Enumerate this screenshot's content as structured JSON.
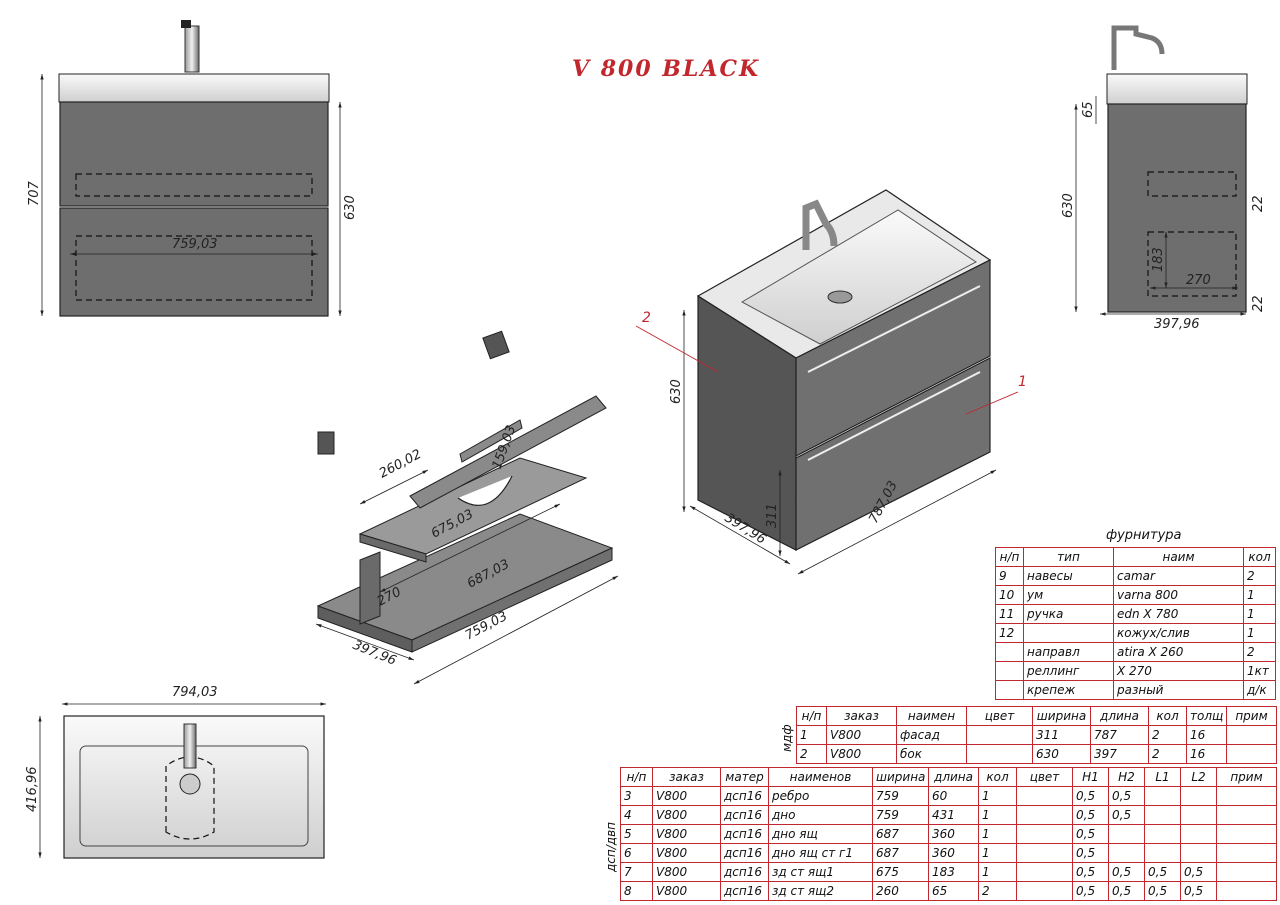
{
  "title": "V 800 BLACK",
  "colors": {
    "title": "#c1272d",
    "table_border": "#c1272d",
    "cabinet": "#6e6e6e",
    "basin": "#e6e6e6"
  },
  "dims": {
    "front_overall_height": "707",
    "front_height": "630",
    "front_width": "759,03",
    "side_height": "630",
    "side_top": "65",
    "side_22a": "22",
    "side_183": "183",
    "side_270": "270",
    "side_22b": "22",
    "side_depth": "397,96",
    "iso_height": "630",
    "iso_311": "311",
    "iso_depth": "397,96",
    "iso_width": "787,03",
    "exp_260": "260,02",
    "exp_159": "159,03",
    "exp_675": "675,03",
    "exp_270": "270",
    "exp_687": "687,03",
    "exp_759": "759,03",
    "exp_397": "397,96",
    "top_width": "794,03",
    "top_depth": "416,96"
  },
  "callouts": [
    "1",
    "2"
  ],
  "hardware": {
    "caption": "фурнитура",
    "headers": [
      "н/п",
      "тип",
      "наим",
      "кол"
    ],
    "rows": [
      [
        "9",
        "навесы",
        "camar",
        "2"
      ],
      [
        "10",
        "ум",
        "varna 800",
        "1"
      ],
      [
        "11",
        "ручка",
        "edn X 780",
        "1"
      ],
      [
        "12",
        "",
        "кожух/слив",
        "1"
      ],
      [
        "",
        "направл",
        "atira X 260",
        "2"
      ],
      [
        "",
        "реллинг",
        "X 270",
        "1кт"
      ],
      [
        "",
        "крепеж",
        "разный",
        "д/к"
      ]
    ]
  },
  "mdf": {
    "side_label": "мдф",
    "headers": [
      "н/п",
      "заказ",
      "наимен",
      "цвет",
      "ширина",
      "длина",
      "кол",
      "толщ",
      "прим"
    ],
    "rows": [
      [
        "1",
        "V800",
        "фасад",
        "",
        "311",
        "787",
        "2",
        "16",
        ""
      ],
      [
        "2",
        "V800",
        "бок",
        "",
        "630",
        "397",
        "2",
        "16",
        ""
      ]
    ]
  },
  "dsp": {
    "side_label": "дсп/двп",
    "headers": [
      "н/п",
      "заказ",
      "матер",
      "наименов",
      "ширина",
      "длина",
      "кол",
      "цвет",
      "H1",
      "H2",
      "L1",
      "L2",
      "прим"
    ],
    "rows": [
      [
        "3",
        "V800",
        "дсп16",
        "ребро",
        "759",
        "60",
        "1",
        "",
        "0,5",
        "0,5",
        "",
        "",
        ""
      ],
      [
        "4",
        "V800",
        "дсп16",
        "дно",
        "759",
        "431",
        "1",
        "",
        "0,5",
        "0,5",
        "",
        "",
        ""
      ],
      [
        "5",
        "V800",
        "дсп16",
        "дно ящ",
        "687",
        "360",
        "1",
        "",
        "0,5",
        "",
        "",
        "",
        ""
      ],
      [
        "6",
        "V800",
        "дсп16",
        "дно ящ ст г1",
        "687",
        "360",
        "1",
        "",
        "0,5",
        "",
        "",
        "",
        ""
      ],
      [
        "7",
        "V800",
        "дсп16",
        "зд ст ящ1",
        "675",
        "183",
        "1",
        "",
        "0,5",
        "0,5",
        "0,5",
        "0,5",
        ""
      ],
      [
        "8",
        "V800",
        "дсп16",
        "зд ст ящ2",
        "260",
        "65",
        "2",
        "",
        "0,5",
        "0,5",
        "0,5",
        "0,5",
        ""
      ]
    ]
  }
}
